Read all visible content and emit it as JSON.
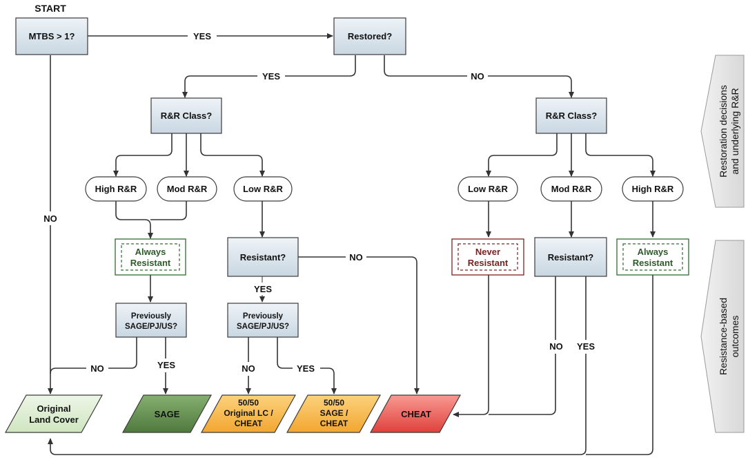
{
  "start_label": "START",
  "colors": {
    "decision_fill": "#dce6ee",
    "decision_stroke": "#3a3a3a",
    "always_stroke": "#2e6b2e",
    "never_stroke": "#7a2020",
    "land_cover": "#dcedd2",
    "sage": "#5e8c4c",
    "fifty_fifty": "#f7b84a",
    "cheat": "#ea5b55",
    "side_panel": "#e6e6e6",
    "arrow": "#333333"
  },
  "nodes": {
    "mtbs": "MTBS > 1?",
    "restored": "Restored?",
    "rr_class_left": "R&R Class?",
    "rr_class_right": "R&R Class?",
    "high_rr_left": "High R&R",
    "mod_rr_left": "Mod R&R",
    "low_rr_left": "Low R&R",
    "low_rr_right": "Low R&R",
    "mod_rr_right": "Mod R&R",
    "high_rr_right": "High R&R",
    "always_left": [
      "Always",
      "Resistant"
    ],
    "resistant_mid": "Resistant?",
    "never": [
      "Never",
      "Resistant"
    ],
    "resistant_right": "Resistant?",
    "always_right": [
      "Always",
      "Resistant"
    ],
    "prev_left": [
      "Previously",
      "SAGE/PJ/US?"
    ],
    "prev_mid": [
      "Previously",
      "SAGE/PJ/US?"
    ]
  },
  "outcomes": {
    "original_land_cover": [
      "Original",
      "Land Cover"
    ],
    "sage": "SAGE",
    "fifty_lc": [
      "50/50",
      "Original LC /",
      "CHEAT"
    ],
    "fifty_sage": [
      "50/50",
      "SAGE /",
      "CHEAT"
    ],
    "cheat": "CHEAT"
  },
  "edge_labels": {
    "yes_mtbs": "YES",
    "no_mtbs": "NO",
    "yes_restored": "YES",
    "no_restored": "NO",
    "no_resistant_mid": "NO",
    "yes_resistant_mid": "YES",
    "no_prev_left": "NO",
    "yes_prev_left": "YES",
    "no_prev_mid": "NO",
    "yes_prev_mid": "YES",
    "no_resistant_right": "NO",
    "yes_resistant_right": "YES"
  },
  "side_panels": {
    "top": [
      "Restoration decisions",
      "and underlying R&R"
    ],
    "bottom": [
      "Resistance-based",
      "outcomes"
    ]
  }
}
